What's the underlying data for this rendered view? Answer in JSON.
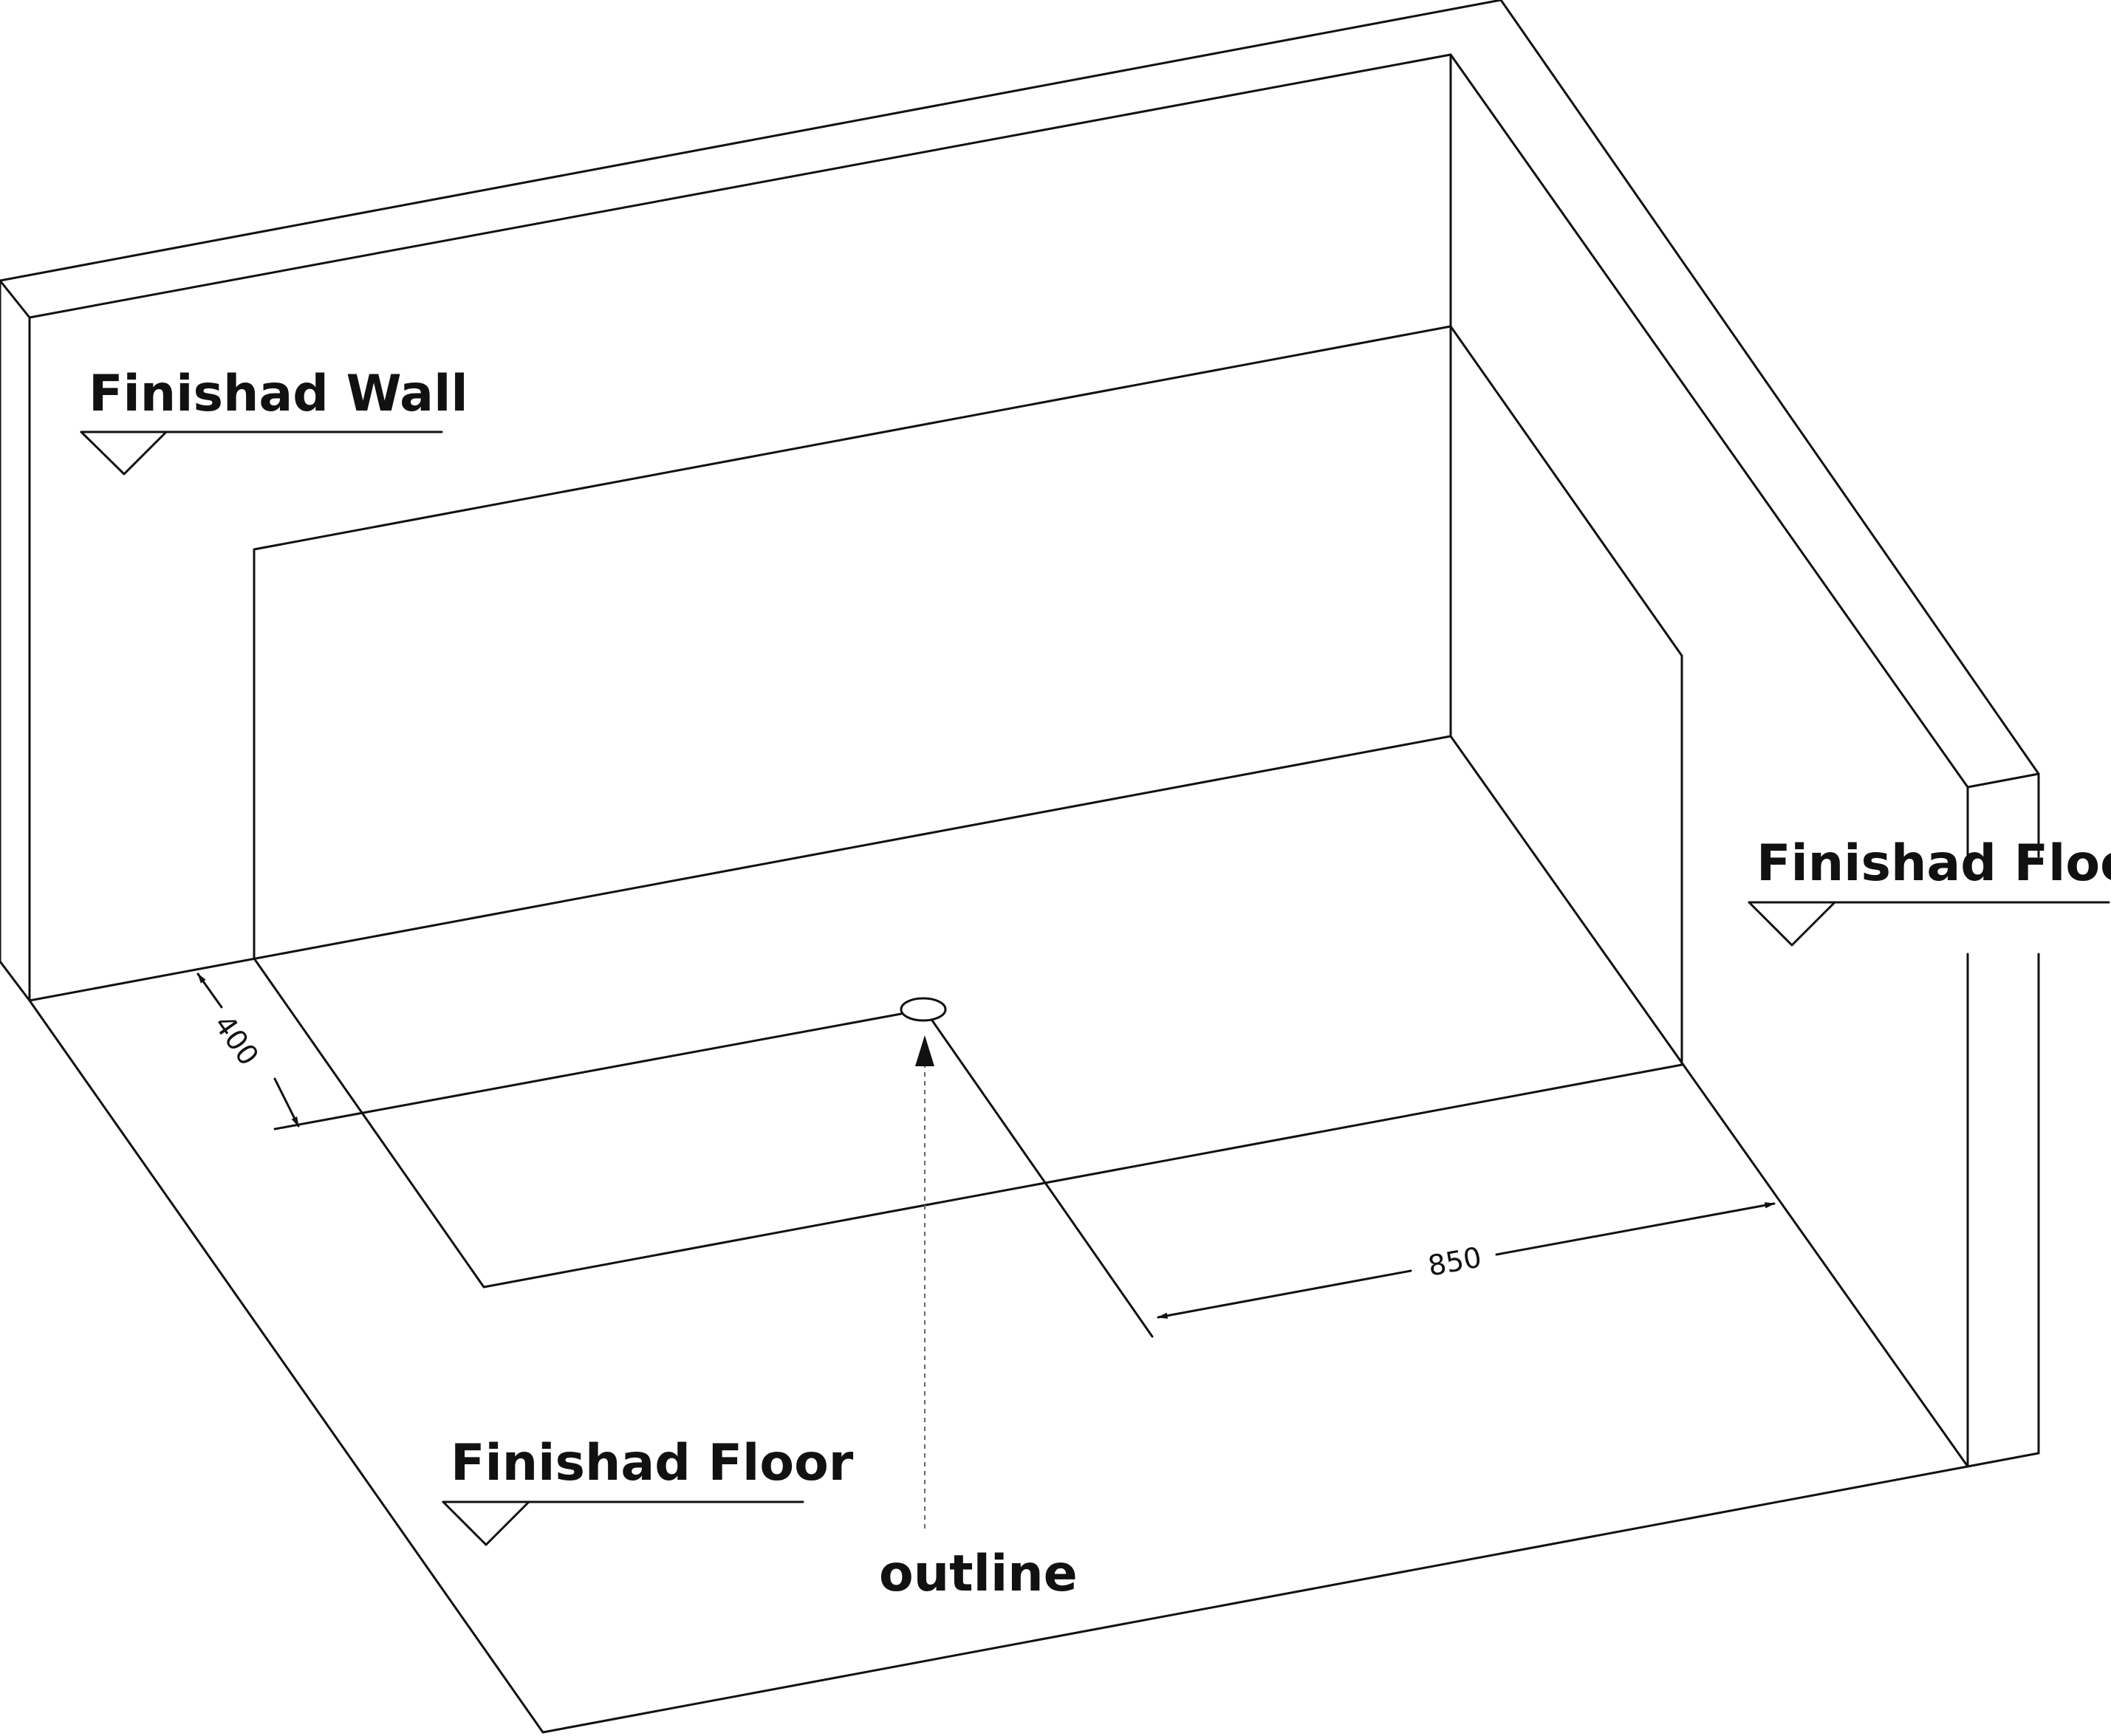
{
  "labels": {
    "wall": "Finishad Wall",
    "floor_right": "Finishad Floor",
    "floor_left": "Finishad Floor",
    "outline": "outline"
  },
  "dimensions": {
    "depth": "400",
    "offset": "850"
  }
}
